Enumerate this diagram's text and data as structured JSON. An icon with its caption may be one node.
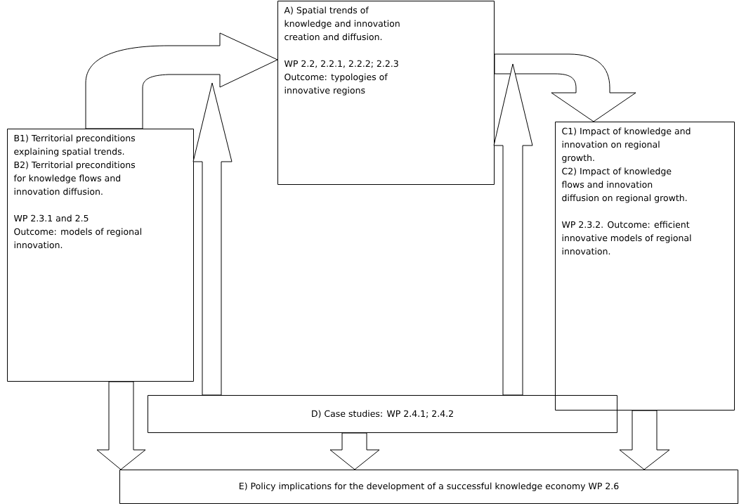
{
  "diagram": {
    "nodes": [
      {
        "text": [
          "A) Spatial trends of knowledge and innovation creation and diffusion.",
          "WP 2.2, 2.2.1, 2.2.2; 2.2.3",
          "Outcome: typologies of innovative regions"
        ]
      },
      {
        "text": [
          "B1) Territorial preconditions explaining spatial trends.",
          "B2) Territorial preconditions for knowledge flows and innovation diffusion.",
          "WP 2.3.1 and 2.5",
          "Outcome: models of regional innovation."
        ]
      },
      {
        "text": [
          "C1) Impact of knowledge and innovation on regional growth.",
          "C2) Impact of knowledge flows and innovation diffusion on regional growth.",
          "WP 2.3.2. Outcome: efficient innovative models of regional innovation."
        ]
      },
      {
        "text": [
          "D) Case studies: WP 2.4.1; 2.4.2"
        ]
      },
      {
        "text": [
          "E) Policy implications for the development of a successful knowledge economy WP 2.6"
        ]
      }
    ],
    "edges": [
      {
        "from": 1,
        "to": 0,
        "arrow": "to"
      },
      {
        "from": 0,
        "to": 2,
        "arrow": "to"
      },
      {
        "from": 3,
        "to": null,
        "arrow": "to"
      },
      {
        "from": 3,
        "to": null,
        "arrow": "to"
      },
      {
        "from": 1,
        "to": 4,
        "arrow": "to"
      },
      {
        "from": 3,
        "to": 4,
        "arrow": "to"
      },
      {
        "from": 2,
        "to": 4,
        "arrow": "to"
      }
    ]
  }
}
